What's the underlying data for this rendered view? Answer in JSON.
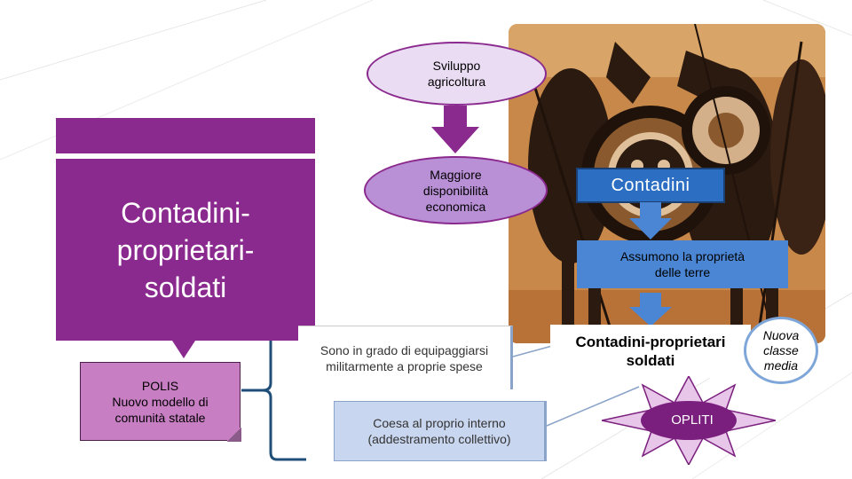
{
  "title": "Contadini-\nproprietari-\nsoldati",
  "polis": "POLIS\nNuovo modello di\ncomunità statale",
  "ellipse_top": "Sviluppo\nagricoltura",
  "ellipse_mid": "Maggiore\ndisponibilità\neconomica",
  "box_contadini": "Contadini",
  "box_proprieta": "Assumono la proprietà\ndelle terre",
  "box_contadini_proprietari": "Contadini-proprietari\nsoldati",
  "nuova_classe": "Nuova\nclasse\nmedia",
  "box_equipaggiarsi": "Sono in grado di equipaggiarsi\nmilitarmente a proprie spese",
  "box_coesa": "Coesa al proprio interno\n(addestramento collettivo)",
  "opliti": "OPLITI",
  "colors": {
    "purple_panel": "#8b2a8e",
    "callout": "#c77ec3",
    "arrow_purple": "#8b2a8e",
    "box_blue": "#2c6fc2",
    "box_light_blue": "#4a86d4",
    "arrow_blue": "#4a86d4",
    "star_purple": "#7a1f7d"
  }
}
